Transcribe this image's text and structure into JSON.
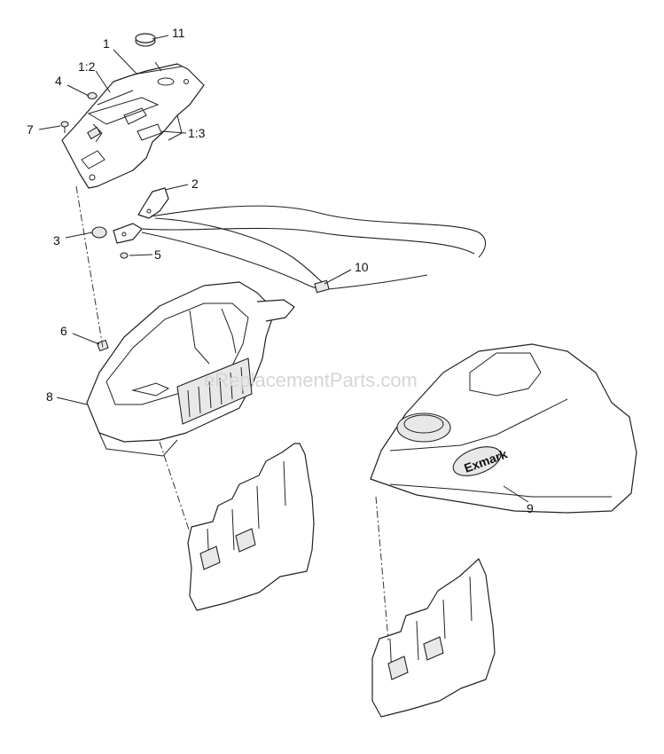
{
  "callouts": [
    {
      "label": "1"
    },
    {
      "label": "11"
    },
    {
      "label": "1:2"
    },
    {
      "label": "4"
    },
    {
      "label": "7"
    },
    {
      "label": "1:3"
    },
    {
      "label": "2"
    },
    {
      "label": "3"
    },
    {
      "label": "5"
    },
    {
      "label": "10"
    },
    {
      "label": "6"
    },
    {
      "label": "8"
    },
    {
      "label": "9"
    }
  ],
  "watermark": "eReplacementParts.com",
  "brand_logo": "Exmark"
}
